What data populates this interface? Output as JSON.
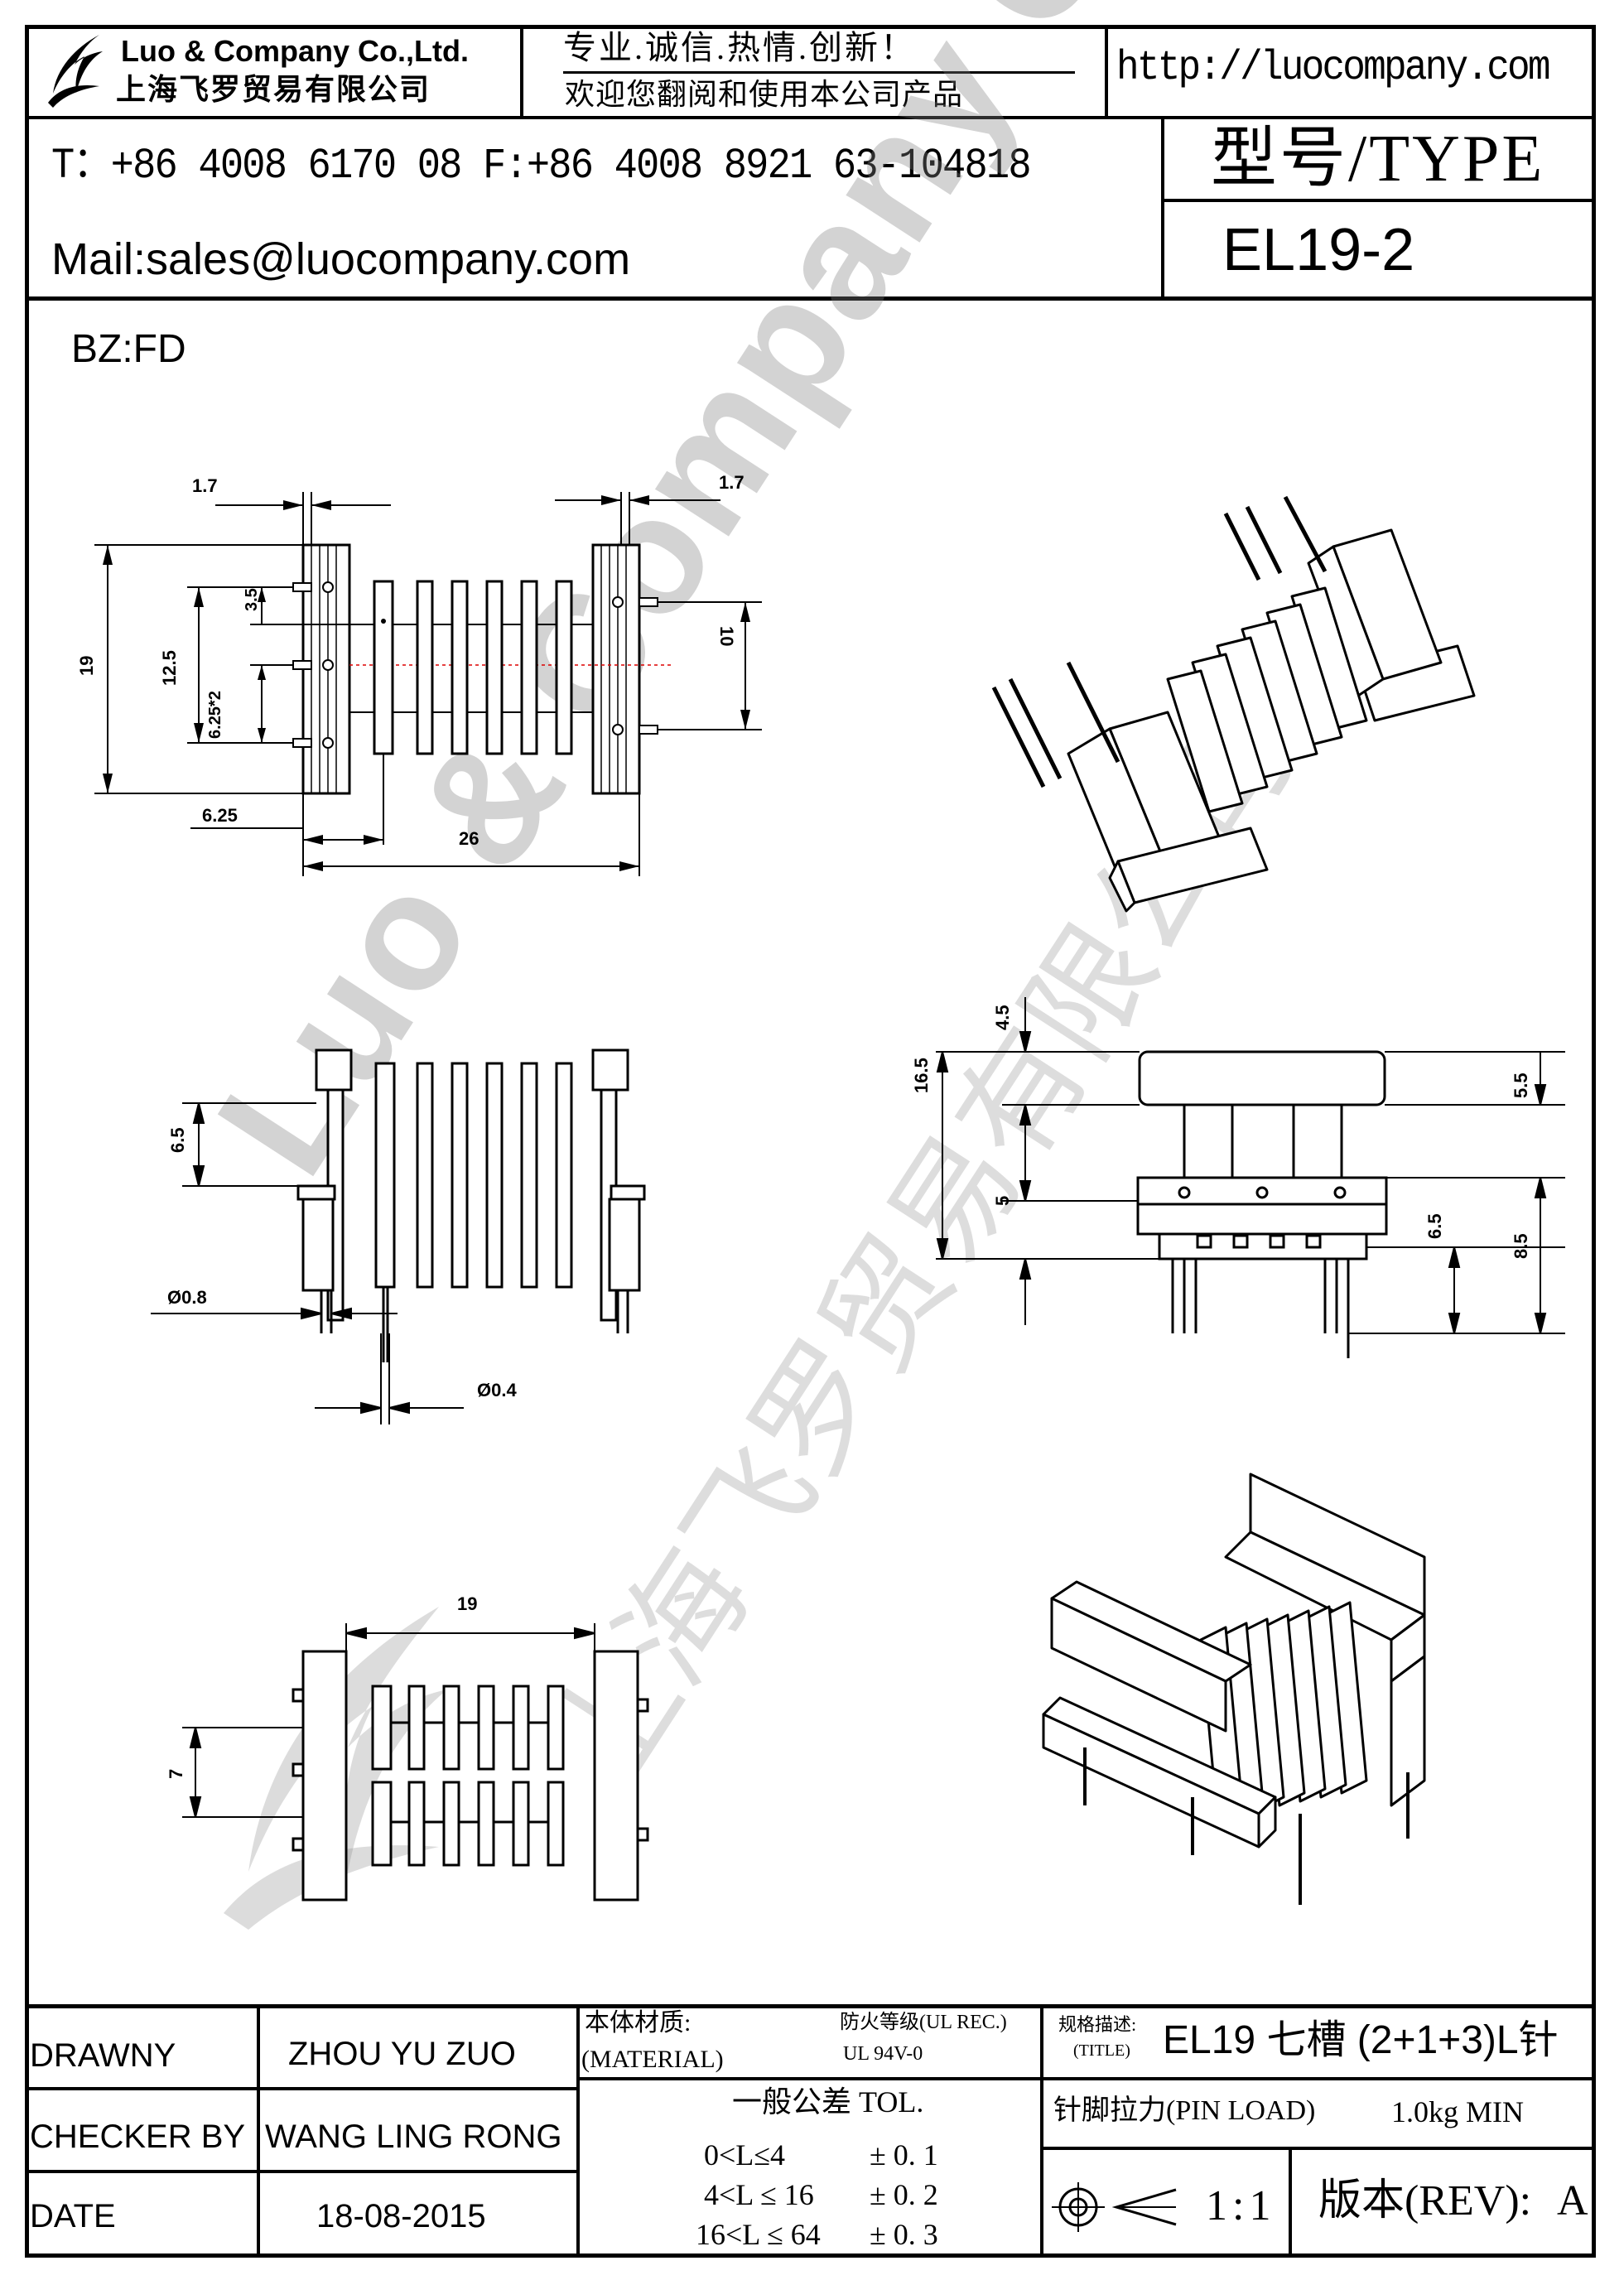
{
  "header": {
    "company_en": "Luo & Company Co.,Ltd.",
    "company_cn": "上海飞罗贸易有限公司",
    "slogan": "专业.诚信.热情.创新！",
    "welcome": "欢迎您翻阅和使用本公司产品",
    "website": "http://luocompany.com",
    "phone_fax": "T：+86 4008 6170 08 F:+86 4008 8921 63-104818",
    "mail": "Mail:sales@luocompany.com",
    "type_label": "型号/TYPE",
    "type_value": "EL19-2"
  },
  "drawing": {
    "bz_label": "BZ:FD",
    "watermark_en": "Luo & Company Co.,Ltd.",
    "watermark_cn": "上海飞罗贸易有限公司",
    "dims": {
      "d_1_7_left": "1.7",
      "d_1_7_right": "1.7",
      "d_19_height": "19",
      "d_3_5": "3.5",
      "d_12_5": "12.5",
      "d_6_25x2": "6.25*2",
      "d_10": "10",
      "d_6_25": "6.25",
      "d_26": "26",
      "d_6_5_front": "6.5",
      "d_phi_0_8": "Ø0.8",
      "d_phi_0_4": "Ø0.4",
      "d_4_5": "4.5",
      "d_16_5": "16.5",
      "d_5": "5",
      "d_5_5": "5.5",
      "d_6_5_side": "6.5",
      "d_8_5": "8.5",
      "d_19_width": "19",
      "d_7": "7"
    }
  },
  "title_block": {
    "drawn_label": "DRAWNY",
    "drawn_value": "ZHOU YU ZUO",
    "checker_label": "CHECKER BY",
    "checker_value": "WANG LING RONG",
    "date_label": "DATE",
    "date_value": "18-08-2015",
    "material_cn": "本体材质:",
    "material_en": "(MATERIAL)",
    "fire_rating": "防火等级(UL REC.)",
    "ul_grade": "UL 94V-0",
    "spec_cn": "规格描述:",
    "spec_en": "(TITLE)",
    "spec_value": "EL19 七槽 (2+1+3)L针",
    "tol_label": "一般公差 TOL.",
    "tol_rows": [
      {
        "range": "0<L≤4",
        "value": "± 0. 1"
      },
      {
        "range": "4<L ≤ 16",
        "value": "± 0. 2"
      },
      {
        "range": "16<L ≤ 64",
        "value": "± 0. 3"
      }
    ],
    "pin_load_label": "针脚拉力(PIN LOAD)",
    "pin_load_value": "1.0kg MIN",
    "scale": "1:1",
    "rev_label": "版本(REV):",
    "rev_value": "A"
  }
}
